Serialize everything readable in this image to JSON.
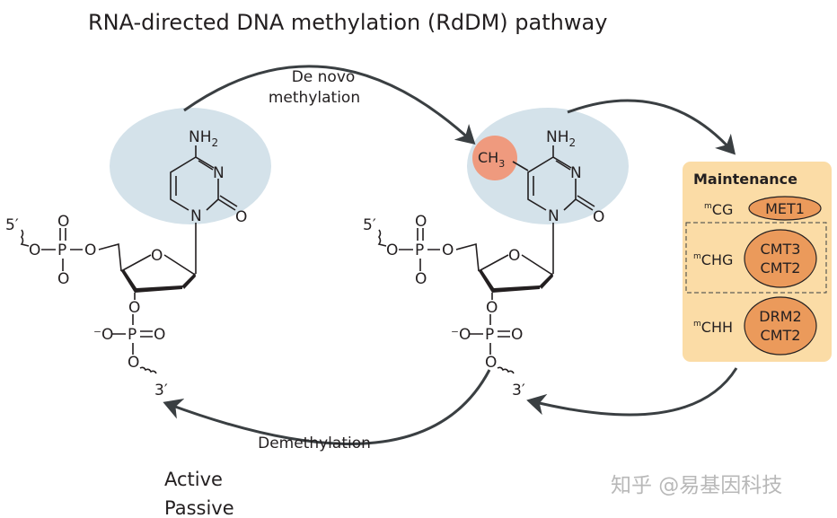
{
  "title": "RNA-directed DNA methylation (RdDM) pathway",
  "arrows": {
    "de_novo_line1": "De novo",
    "de_novo_line2": "methylation",
    "demethylation": "Demethylation"
  },
  "demethylation_types": [
    "Active",
    "Passive"
  ],
  "molecule": {
    "amine": "NH",
    "amine_sub": "2",
    "ring_n3": "N",
    "ring_n1": "N",
    "carbonyl_o": "O",
    "sugar_o": "O",
    "five_prime": "5′",
    "three_prime": "3′",
    "phosphate_p": "P",
    "oxygen": "O",
    "neg_oxygen": "⁻O",
    "methyl": "CH",
    "methyl_sub": "3"
  },
  "maintenance": {
    "title": "Maintenance",
    "rows": [
      {
        "context_sup": "m",
        "context": "CG",
        "enzymes": [
          "MET1"
        ]
      },
      {
        "context_sup": "m",
        "context": "CHG",
        "enzymes": [
          "CMT3",
          "CMT2"
        ]
      },
      {
        "context_sup": "m",
        "context": "CHH",
        "enzymes": [
          "DRM2",
          "CMT2"
        ]
      }
    ]
  },
  "watermark": "知乎 @易基因科技",
  "colors": {
    "base_highlight": "#d4e2ea",
    "methyl_circle": "#ef9a7e",
    "maintenance_bg": "#fbdca6",
    "enzyme_fill": "#eb9a5b",
    "arrow": "#3a3f42"
  }
}
